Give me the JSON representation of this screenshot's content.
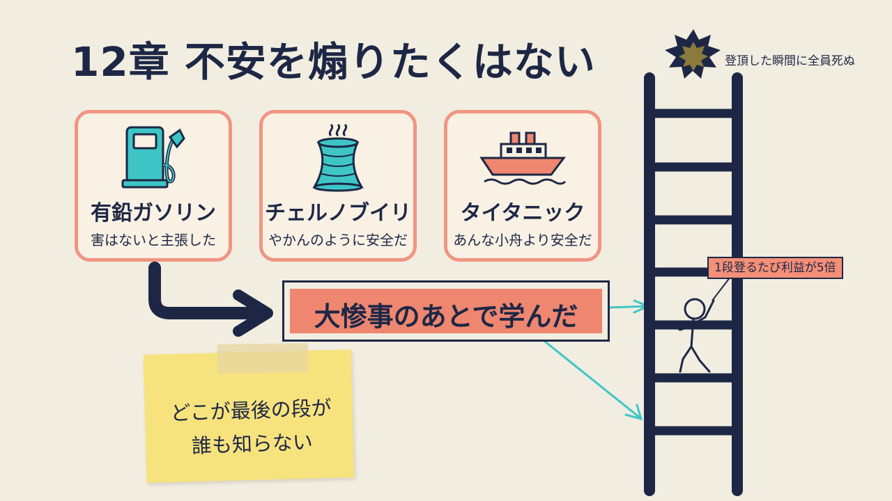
{
  "title": "12章 不安を煽りたくはない",
  "cards": [
    {
      "name": "有鉛ガソリン",
      "desc": "害はないと主張した",
      "icon": "fuel-pump-icon"
    },
    {
      "name": "チェルノブイリ",
      "desc": "やかんのように安全だ",
      "icon": "cooling-tower-icon"
    },
    {
      "name": "タイタニック",
      "desc": "あんな小舟より安全だ",
      "icon": "ship-icon"
    }
  ],
  "banner": "大惨事のあとで学んだ",
  "note": {
    "line1": "どこが最後の段が",
    "line2": "誰も知らない"
  },
  "ladder": {
    "top_label": "登頂した瞬間に全員死ぬ",
    "profit_label": "1段登るたび利益が5倍"
  },
  "colors": {
    "navy": "#1d2745",
    "coral": "#ef8670",
    "teal": "#3ec6c6",
    "sticky": "#f7e37d",
    "background": "#f1ede0"
  }
}
